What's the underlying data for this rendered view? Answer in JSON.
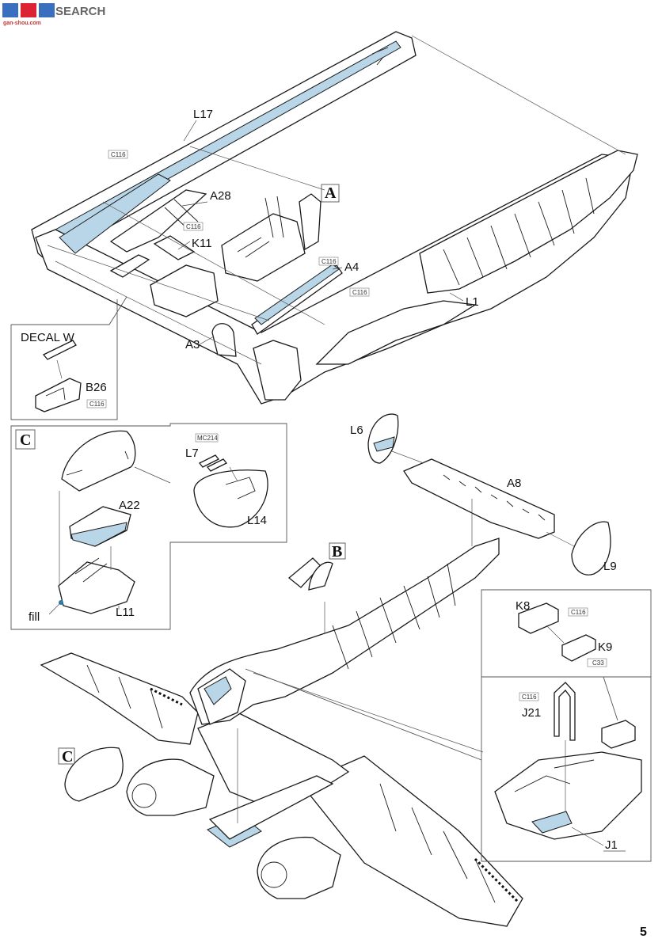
{
  "watermark": {
    "title": "SEARCH",
    "site": "gan-shou.com"
  },
  "page_number": "5",
  "step_boxes": {
    "A": "A",
    "B": "B",
    "C_inset": "C",
    "C_main": "C"
  },
  "labels": {
    "L17": "L17",
    "A28": "A28",
    "K11": "K11",
    "A4": "A4",
    "L1": "L1",
    "A3": "A3",
    "decal_w": "DECAL W",
    "B26": "B26",
    "L6": "L6",
    "A8": "A8",
    "L9": "L9",
    "L7": "L7",
    "L14": "L14",
    "A22": "A22",
    "fill": "fill",
    "L11": "L11",
    "K8": "K8",
    "K9": "K9",
    "J21": "J21",
    "J1": "J1"
  },
  "paint_codes": {
    "c116_a": "C116",
    "c116_k11": "C116",
    "c116_a4": "C116",
    "c116_l1": "C116",
    "c116_b26": "C116",
    "mc214": "MC214",
    "c116_k8": "C116",
    "c33": "C33",
    "c116_j21": "C116"
  },
  "colors": {
    "highlight": "#b9d6e8",
    "ink": "#1a1a1a",
    "watermark_red": "#cc2222",
    "watermark_grey": "#666666"
  }
}
